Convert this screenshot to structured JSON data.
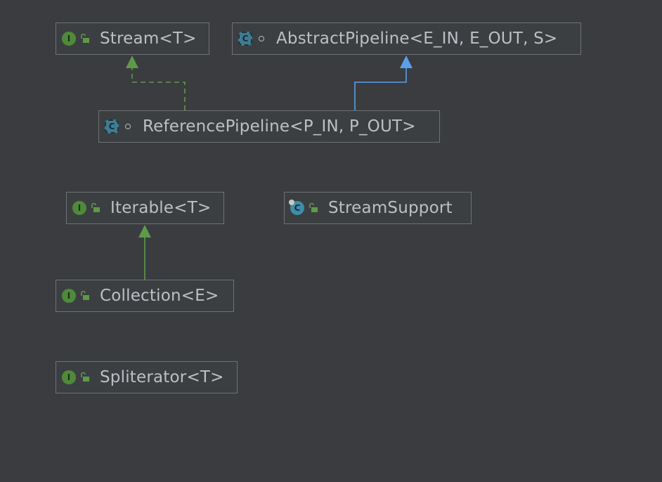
{
  "diagram": {
    "nodes": [
      {
        "id": "stream",
        "kind": "interface",
        "kind_icon": "I",
        "visibility": "public",
        "label": "Stream<T>"
      },
      {
        "id": "abstract_pipeline",
        "kind": "abstract",
        "kind_icon": "C",
        "visibility": "package",
        "label": "AbstractPipeline<E_IN, E_OUT, S>"
      },
      {
        "id": "reference_pipeline",
        "kind": "abstract",
        "kind_icon": "C",
        "visibility": "package",
        "label": "ReferencePipeline<P_IN, P_OUT>"
      },
      {
        "id": "iterable",
        "kind": "interface",
        "kind_icon": "I",
        "visibility": "public",
        "label": "Iterable<T>"
      },
      {
        "id": "stream_support",
        "kind": "class",
        "kind_icon": "C",
        "visibility": "public",
        "label": "StreamSupport"
      },
      {
        "id": "collection",
        "kind": "interface",
        "kind_icon": "I",
        "visibility": "public",
        "label": "Collection<E>"
      },
      {
        "id": "spliterator",
        "kind": "interface",
        "kind_icon": "I",
        "visibility": "public",
        "label": "Spliterator<T>"
      }
    ],
    "edges": [
      {
        "from": "reference_pipeline",
        "to": "stream",
        "type": "implements"
      },
      {
        "from": "reference_pipeline",
        "to": "abstract_pipeline",
        "type": "extends"
      },
      {
        "from": "collection",
        "to": "iterable",
        "type": "extends-interface"
      }
    ],
    "colors": {
      "background": "#3a3c3f",
      "implements_edge": "#5f9a48",
      "extends_edge": "#5ba0e8",
      "interface_icon": "#4f8a3a",
      "class_icon": "#3e8eaa",
      "text": "#bcc0c4"
    }
  }
}
